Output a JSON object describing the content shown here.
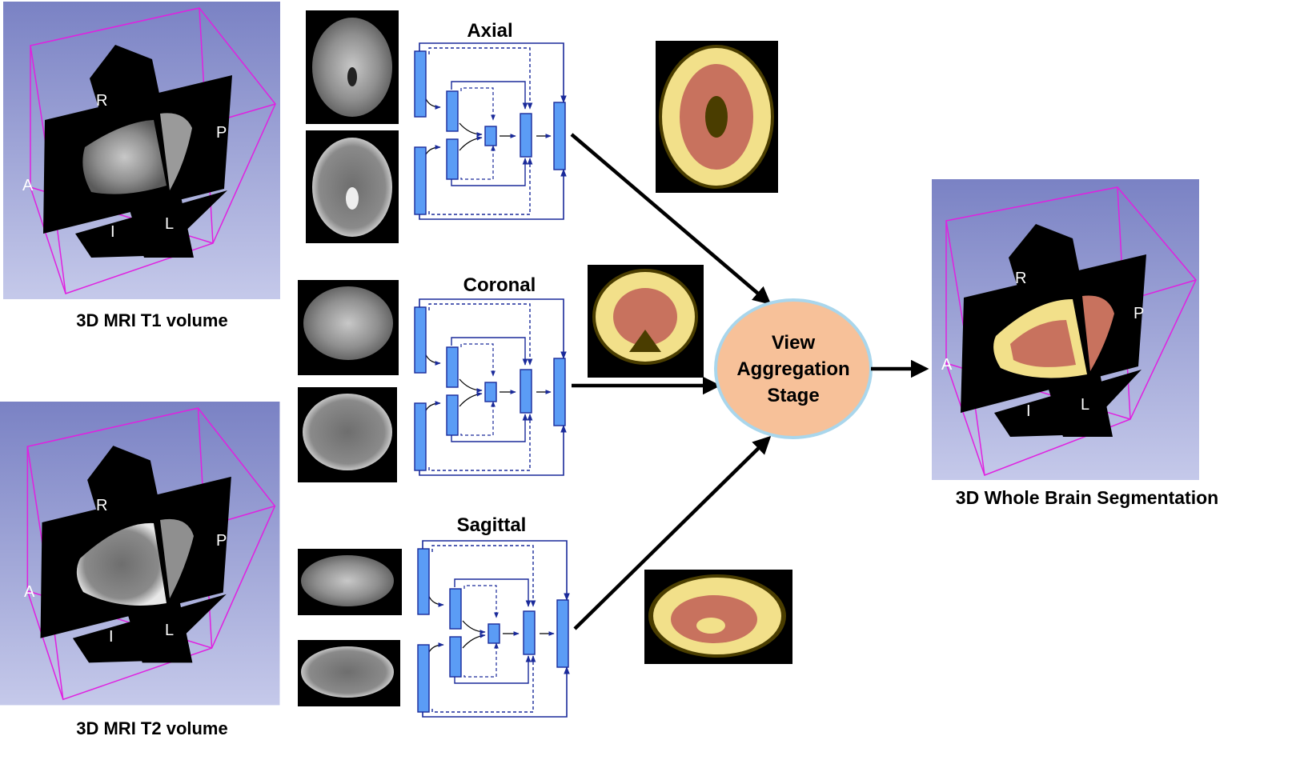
{
  "inputs": {
    "t1_caption": "3D MRI T1 volume",
    "t2_caption": "3D MRI T2 volume",
    "orientation_letters": {
      "r": "R",
      "p": "P",
      "a": "A",
      "i": "I",
      "l": "L"
    }
  },
  "views": {
    "axial": {
      "title": "Axial"
    },
    "coronal": {
      "title": "Coronal"
    },
    "sagittal": {
      "title": "Sagittal"
    }
  },
  "aggregation": {
    "line1": "View",
    "line2": "Aggregation",
    "line3": "Stage"
  },
  "output": {
    "caption": "3D Whole Brain Segmentation"
  },
  "colors": {
    "volume_bg_top": "#7a82c4",
    "volume_bg_bottom": "#c5c9ea",
    "box_edge": "#e020e0",
    "block_fill": "#5b9cf5",
    "block_stroke": "#1a2a9a",
    "connector": "#1a2a9a",
    "aggregation_fill": "#f7c199",
    "aggregation_stroke": "#a9d6ec",
    "seg_gm": "#f2e08a",
    "seg_wm": "#c8725e",
    "seg_csf": "#4a3d00"
  },
  "icons": [
    "brain-slice-icon",
    "cnn-block-icon",
    "arrow-icon"
  ]
}
